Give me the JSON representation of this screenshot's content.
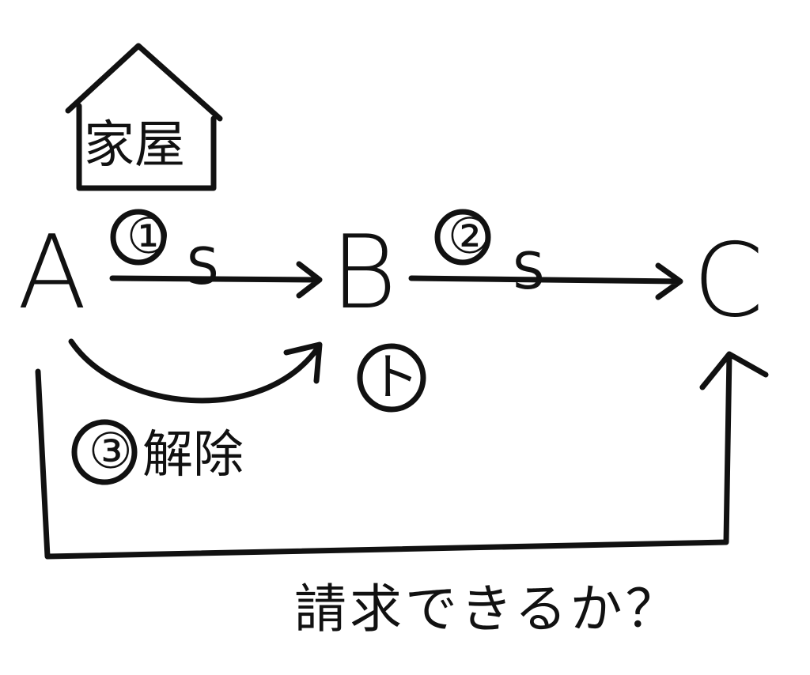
{
  "house": {
    "label": "家屋"
  },
  "nodes": {
    "a": "A",
    "b": "B",
    "c": "C"
  },
  "edges": {
    "ab": {
      "step": "①",
      "mark": "S"
    },
    "bc": {
      "step": "②",
      "mark": "S"
    },
    "b_role": "ト"
  },
  "rescission": {
    "step": "③",
    "label": "解除"
  },
  "question": "請求できるか？"
}
